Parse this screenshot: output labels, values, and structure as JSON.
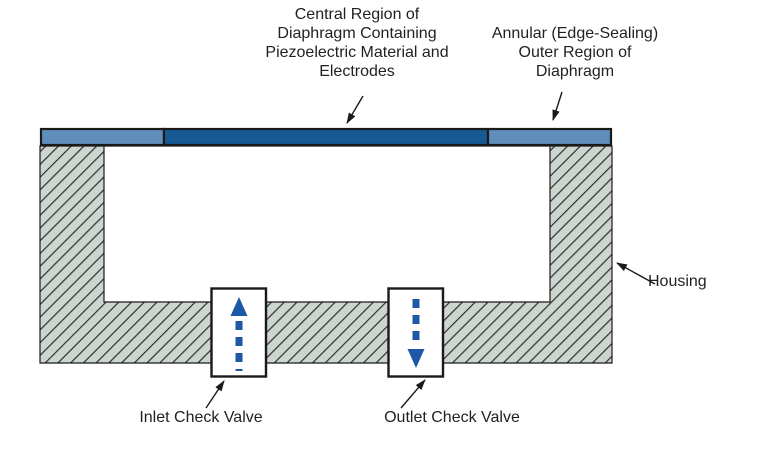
{
  "labels": {
    "central_region": "Central Region of\nDiaphragm Containing\nPiezoelectric Material and\nElectrodes",
    "annular_region": "Annular (Edge-Sealing)\nOuter Region of\nDiaphragm",
    "housing": "Housing",
    "inlet_valve": "Inlet Check Valve",
    "outlet_valve": "Outlet Check Valve"
  },
  "icons": {
    "inlet_flow": "dashed-arrow-up-icon",
    "outlet_flow": "dashed-arrow-down-icon",
    "leader_pointer": "small-black-arrowhead"
  },
  "colors": {
    "central_region": "#175A93",
    "outer_region": "#5F8DBC",
    "housing_fill": "#CDD5CF",
    "hatch_line": "#2E2E2E",
    "flow_arrow": "#1C57A8",
    "outline": "#1A1A1A",
    "valve_fill": "#FFFFFF",
    "text": "#231F20"
  }
}
